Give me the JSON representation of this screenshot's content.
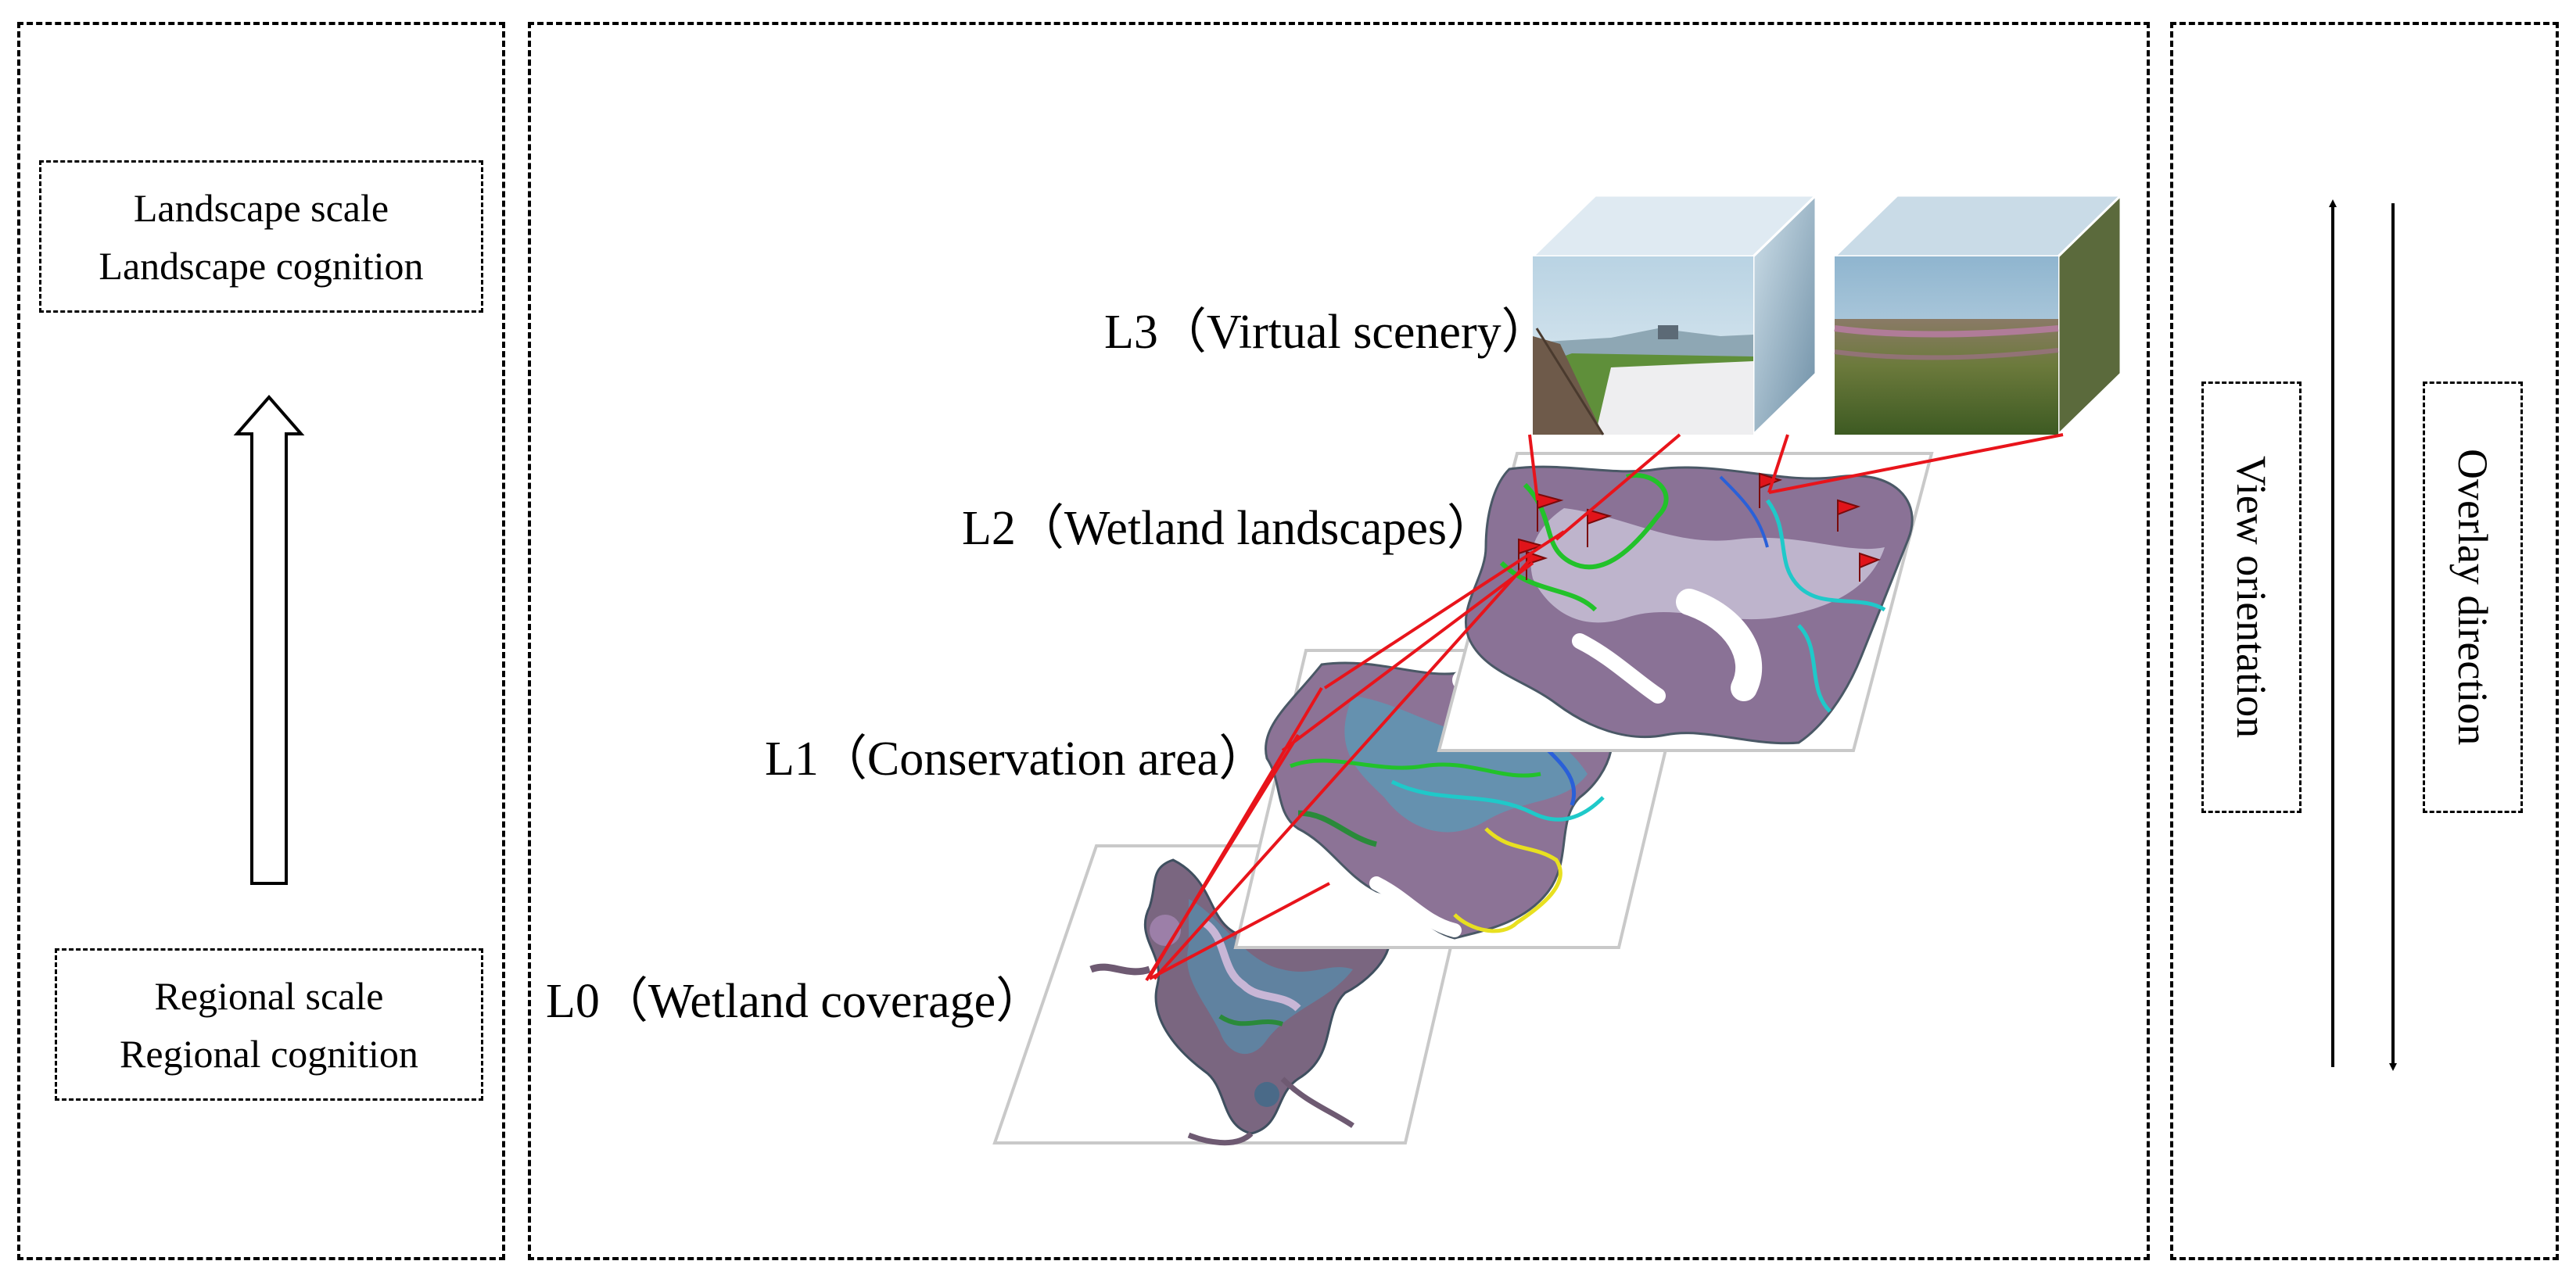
{
  "left": {
    "top_box": [
      "Landscape scale",
      "Landscape cognition"
    ],
    "bottom_box": [
      "Regional scale",
      "Regional cognition"
    ]
  },
  "layers": {
    "l3": "L3（Virtual scenery）",
    "l2": "L2（Wetland landscapes）",
    "l1": "L1（Conservation area）",
    "l0": "L0（Wetland coverage）"
  },
  "right": {
    "view_orientation": "View orientation",
    "overlay_direction": "Overlay direction"
  },
  "colors": {
    "leader_lines": "#e8141b",
    "flags": "#e0141a",
    "boundary_green": "#22c22a",
    "boundary_cyan": "#1fc9c9",
    "boundary_yellow": "#e8e020",
    "boundary_blue": "#2a60d8"
  }
}
